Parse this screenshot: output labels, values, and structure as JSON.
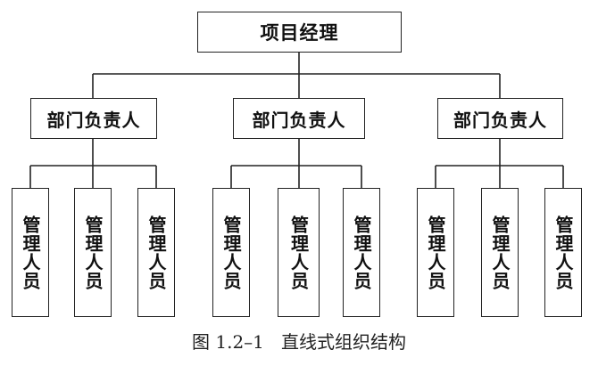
{
  "root": {
    "label": "项目经理"
  },
  "departments": [
    {
      "label": "部门负责人",
      "staff": [
        "管理人员",
        "管理人员",
        "管理人员"
      ]
    },
    {
      "label": "部门负责人",
      "staff": [
        "管理人员",
        "管理人员",
        "管理人员"
      ]
    },
    {
      "label": "部门负责人",
      "staff": [
        "管理人员",
        "管理人员",
        "管理人员"
      ]
    }
  ],
  "caption": {
    "number": "图 1.2–1",
    "title": "直线式组织结构"
  }
}
